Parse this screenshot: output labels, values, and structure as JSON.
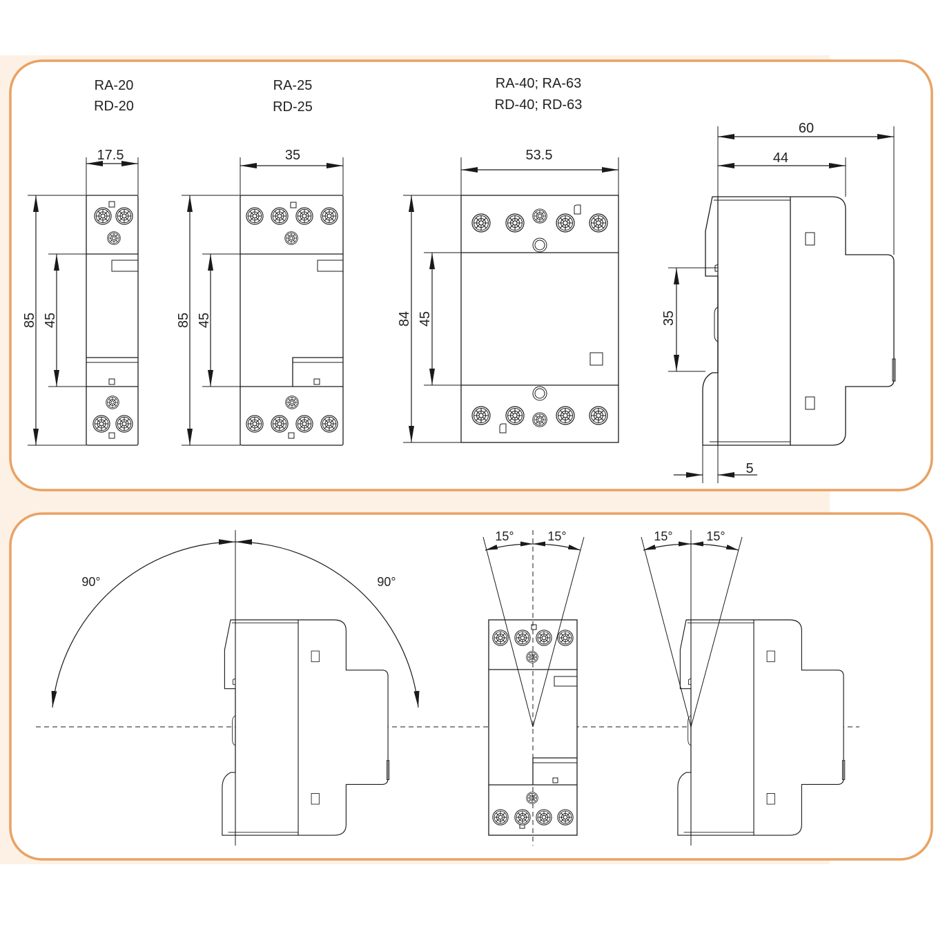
{
  "colors": {
    "panel_border": "#e9a263",
    "background_tint": "#fdf1e6",
    "line": "#1a1a1a"
  },
  "top_panel": {
    "model_1": {
      "line1": "RA-20",
      "line2": "RD-20",
      "width": "17.5",
      "height": "85",
      "rail_height": "45"
    },
    "model_2": {
      "line1": "RA-25",
      "line2": "RD-25",
      "width": "35",
      "height": "85",
      "rail_height": "45"
    },
    "model_3": {
      "line1": "RA-40; RA-63",
      "line2": "RD-40; RD-63",
      "width": "53.5",
      "height": "84",
      "rail_height": "45"
    },
    "side_view": {
      "depth_total": "60",
      "depth_front": "44",
      "rail": "35",
      "offset": "5"
    }
  },
  "bottom_panel": {
    "rotation": {
      "left": "90°",
      "right": "90°"
    },
    "tilt_front": {
      "left": "15°",
      "right": "15°"
    },
    "tilt_side": {
      "left": "15°",
      "right": "15°"
    }
  }
}
